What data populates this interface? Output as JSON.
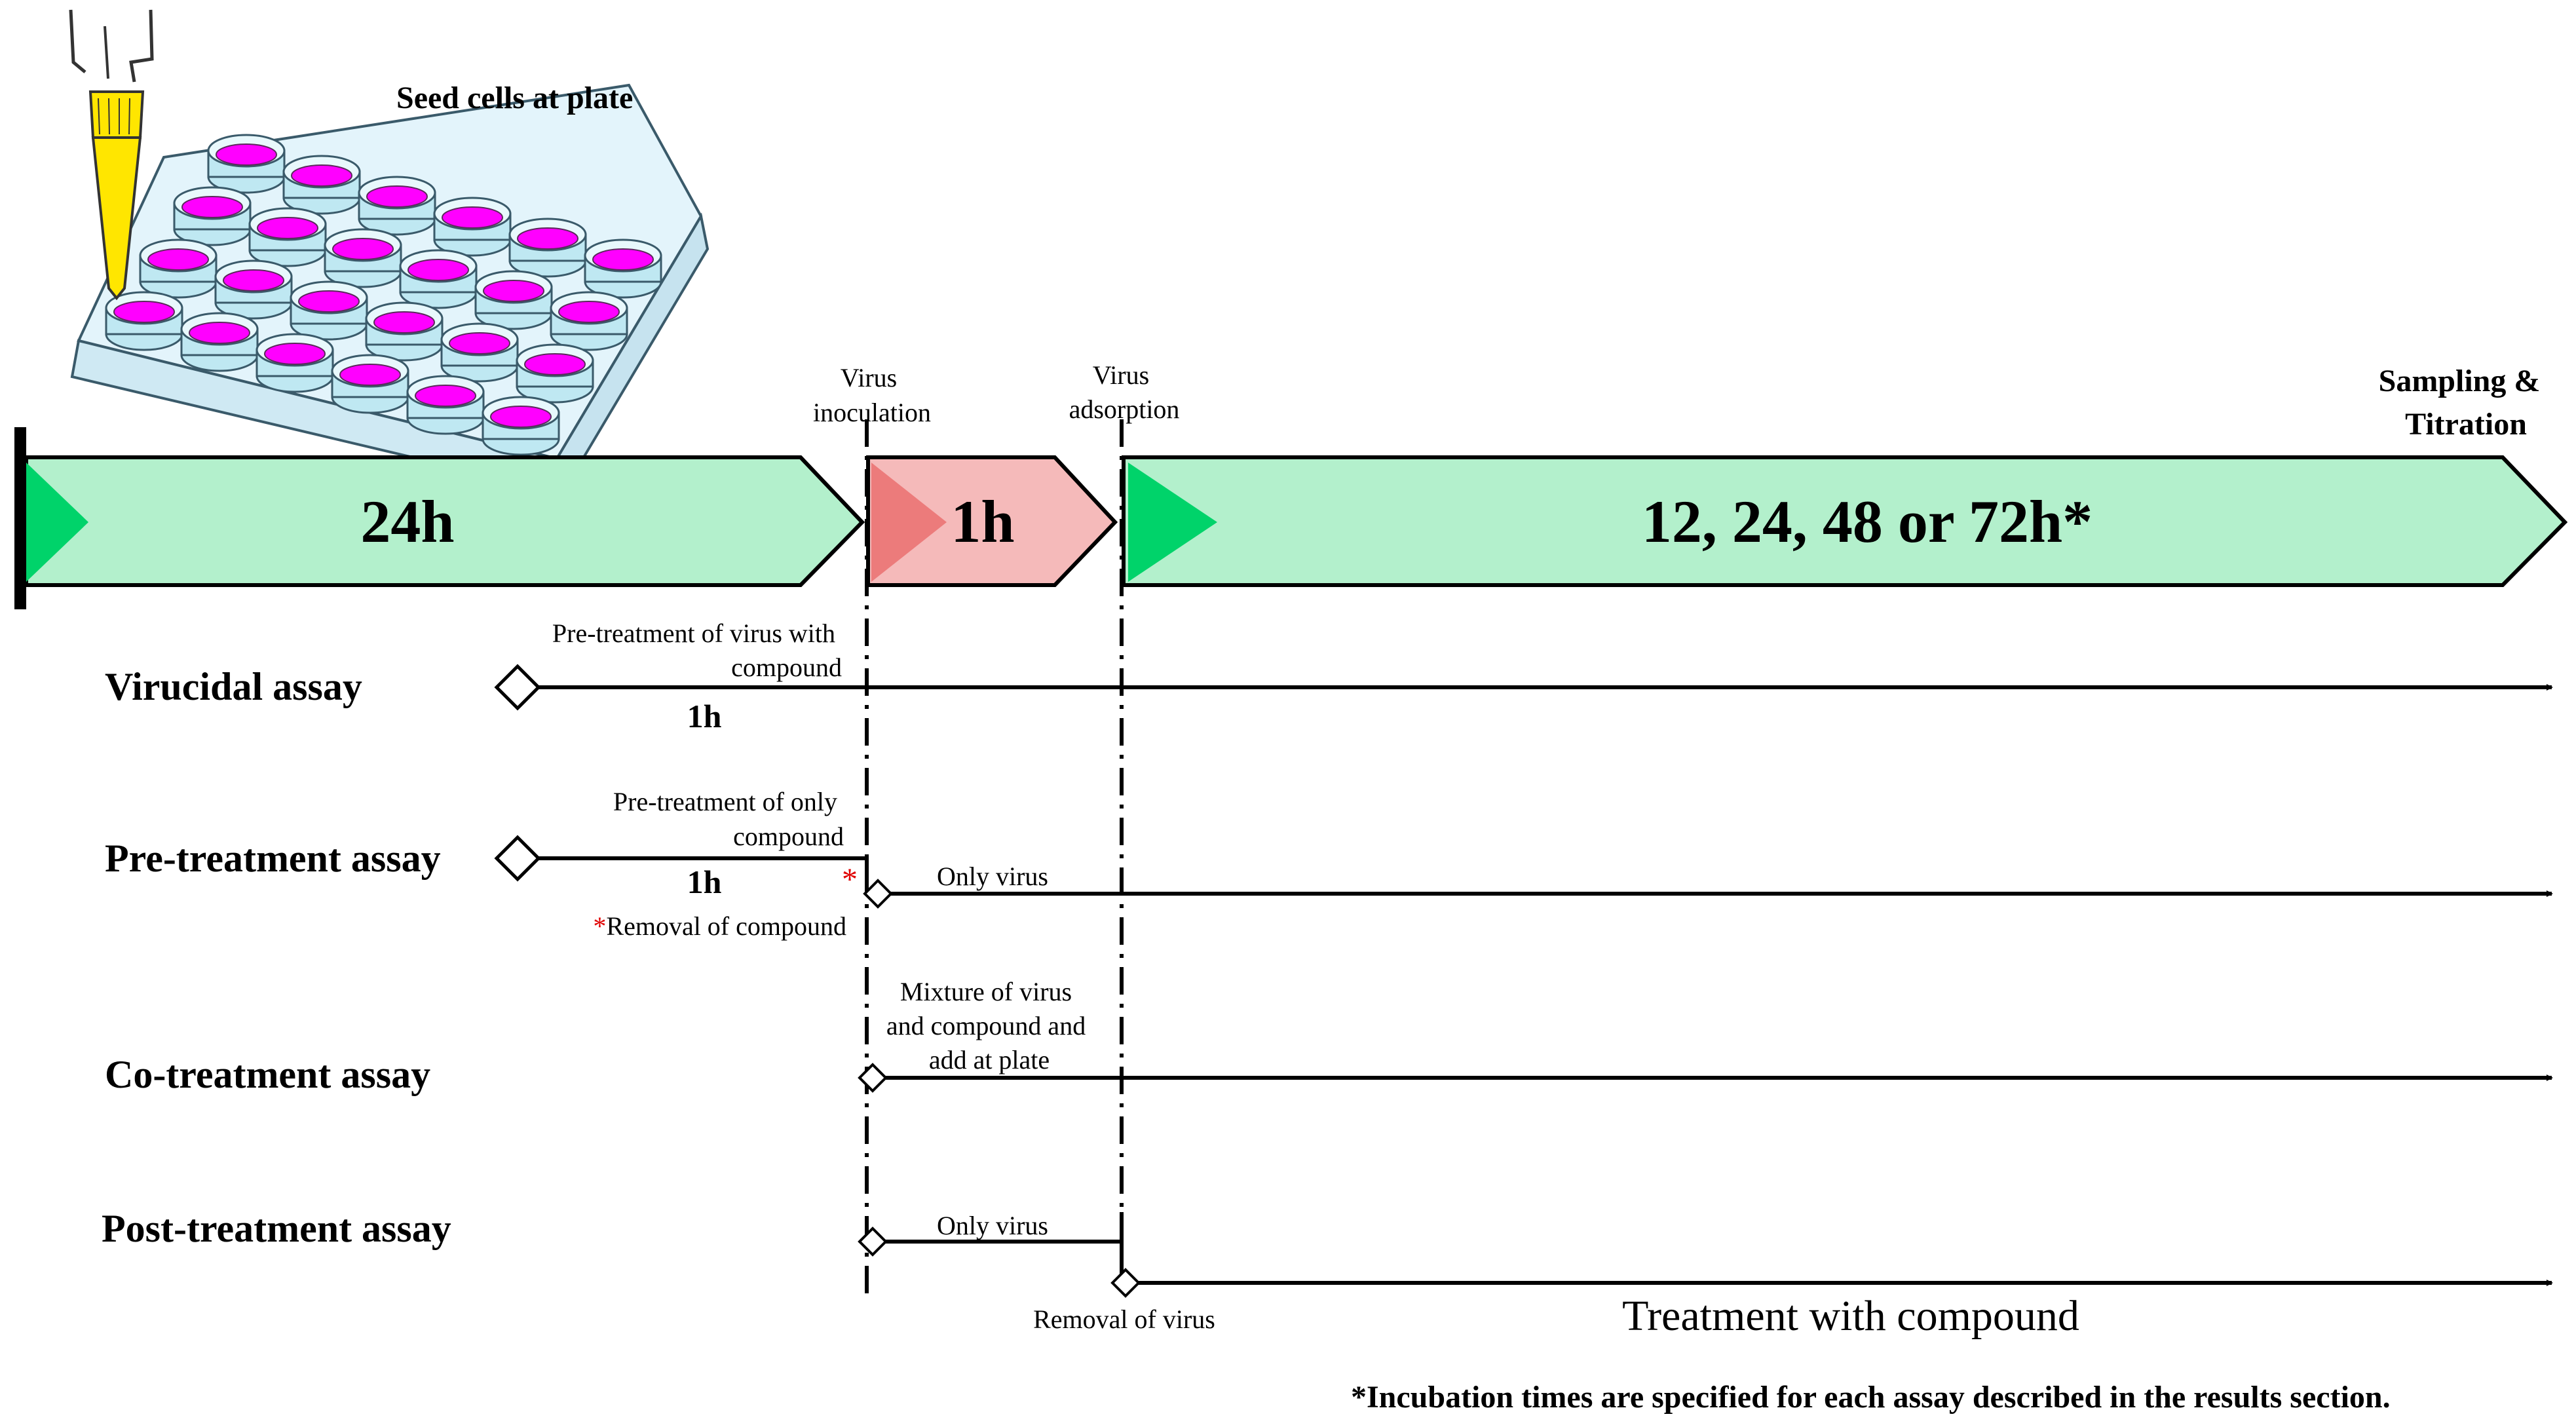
{
  "title": "Seed cells at plate",
  "markers": {
    "virus_inoculation": [
      "Virus",
      "inoculation"
    ],
    "virus_adsorption": [
      "Virus",
      "adsorption"
    ],
    "sampling": [
      "Sampling &",
      "Titration"
    ]
  },
  "timeline": {
    "seg1": "24h",
    "seg2": "1h",
    "seg3": "12, 24, 48 or 72h*"
  },
  "assays": {
    "virucidal": {
      "label": "Virucidal assay",
      "note": [
        "Pre-treatment of virus with",
        "compound"
      ],
      "duration": "1h"
    },
    "pretreatment": {
      "label": "Pre-treatment assay",
      "note": [
        "Pre-treatment of only",
        "compound"
      ],
      "duration": "1h",
      "star": "*",
      "removal": "Removal of compound",
      "only_virus": "Only virus"
    },
    "cotreatment": {
      "label": "Co-treatment assay",
      "note": [
        "Mixture of virus",
        "and compound and",
        "add at plate"
      ]
    },
    "posttreatment": {
      "label": "Post-treatment assay",
      "only_virus": "Only virus",
      "removal": "Removal of virus",
      "treatment": "Treatment with compound"
    }
  },
  "footnote": "*Incubation times are specified for each assay described in the results section.",
  "colors": {
    "green_bar": "#b3f0cc",
    "green_arrow": "#00d36a",
    "pink_bar": "#f5baba",
    "pink_arrow": "#ec7b7b",
    "well_fill": "#ff00ff",
    "well_rim": "#bfe8f2",
    "tip": "#ffe600",
    "red_star": "#e00000"
  }
}
